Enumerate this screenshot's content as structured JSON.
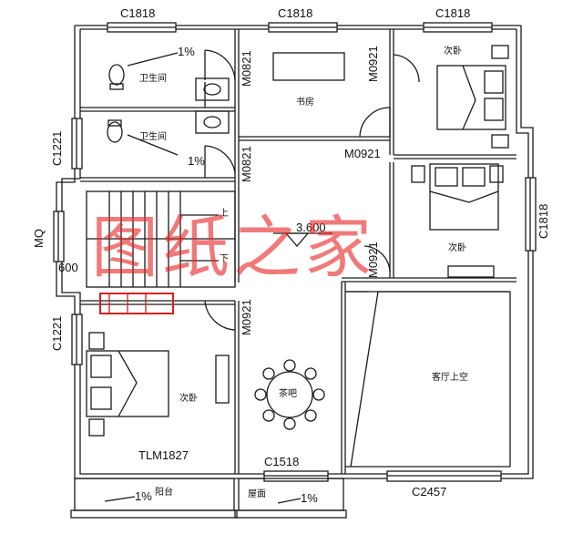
{
  "plan": {
    "windows": {
      "top_left": "C1818",
      "top_mid": "C1818",
      "top_right": "C1818",
      "left_bath": "C1221",
      "left_bed": "C1221",
      "right_bed": "C1818",
      "bottom_mid": "C1518",
      "bottom_right": "C2457",
      "balcony_door": "TLM1827"
    },
    "doors": {
      "study_left_upper": "M0821",
      "study_left_lower": "M0821",
      "study_right": "M0921",
      "study_bottom": "M0921",
      "bed_right": "M0921",
      "bed_left": "M0921"
    },
    "rooms": {
      "bath_upper": "卫生间",
      "bath_lower": "卫生间",
      "study": "书房",
      "bed_top_right": "次卧",
      "bed_mid_right": "次卧",
      "bed_left": "次卧",
      "tea_bar": "茶吧",
      "living_void": "客厅上空",
      "balcony": "阳台",
      "roof": "屋面"
    },
    "slopes": {
      "bath_upper": "1%",
      "bath_lower": "1%",
      "balcony": "1%",
      "roof": "1%"
    },
    "stairs": {
      "up": "上",
      "down": "下"
    },
    "misc": {
      "mq": "MQ",
      "dim_600": "600",
      "elevation": "3.600"
    }
  },
  "watermark": "图纸之家",
  "colors": {
    "line": "#1a1a1a",
    "watermark": "#e62828",
    "highlight": "#d42020"
  }
}
